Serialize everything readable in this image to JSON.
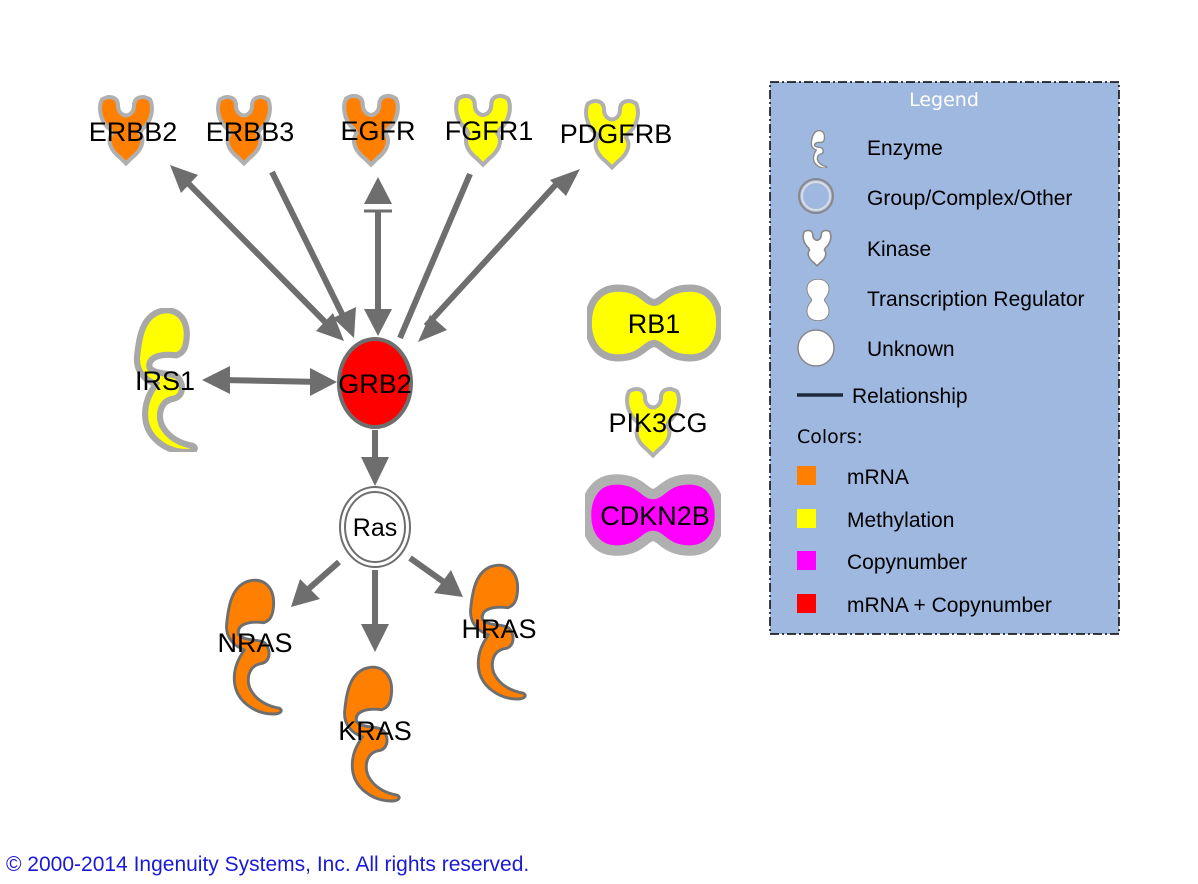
{
  "colors": {
    "mrna": "#ff8000",
    "methylation": "#ffff00",
    "copynumber": "#ff00ff",
    "mrna_copynumber": "#ff0000",
    "edge": "#6e6e6e",
    "legend_bg": "#9fb8df"
  },
  "nodes": [
    {
      "id": "ERBB2",
      "label": "ERBB2",
      "type": "kinase",
      "color_key": "mrna"
    },
    {
      "id": "ERBB3",
      "label": "ERBB3",
      "type": "kinase",
      "color_key": "mrna"
    },
    {
      "id": "EGFR",
      "label": "EGFR",
      "type": "kinase",
      "color_key": "mrna"
    },
    {
      "id": "FGFR1",
      "label": "FGFR1",
      "type": "kinase",
      "color_key": "methylation"
    },
    {
      "id": "PDGFRB",
      "label": "PDGFRB",
      "type": "kinase",
      "color_key": "methylation"
    },
    {
      "id": "IRS1",
      "label": "IRS1",
      "type": "enzyme",
      "color_key": "methylation"
    },
    {
      "id": "GRB2",
      "label": "GRB2",
      "type": "unknown",
      "color_key": "mrna_copynumber"
    },
    {
      "id": "Ras",
      "label": "Ras",
      "type": "group",
      "color_key": "none"
    },
    {
      "id": "NRAS",
      "label": "NRAS",
      "type": "enzyme",
      "color_key": "mrna"
    },
    {
      "id": "KRAS",
      "label": "KRAS",
      "type": "enzyme",
      "color_key": "mrna"
    },
    {
      "id": "HRAS",
      "label": "HRAS",
      "type": "enzyme",
      "color_key": "mrna"
    },
    {
      "id": "RB1",
      "label": "RB1",
      "type": "transcription-regulator",
      "color_key": "methylation"
    },
    {
      "id": "PIK3CG",
      "label": "PIK3CG",
      "type": "kinase",
      "color_key": "methylation"
    },
    {
      "id": "CDKN2B",
      "label": "CDKN2B",
      "type": "transcription-regulator",
      "color_key": "copynumber"
    }
  ],
  "edges": [
    {
      "from": "GRB2",
      "to": "ERBB2",
      "style": "double-arrow"
    },
    {
      "from": "ERBB3",
      "to": "GRB2",
      "style": "arrow"
    },
    {
      "from": "GRB2",
      "to": "EGFR",
      "style": "double-arrow-inhibit"
    },
    {
      "from": "FGFR1",
      "to": "GRB2",
      "style": "line"
    },
    {
      "from": "GRB2",
      "to": "PDGFRB",
      "style": "double-arrow"
    },
    {
      "from": "IRS1",
      "to": "GRB2",
      "style": "double-arrow"
    },
    {
      "from": "GRB2",
      "to": "Ras",
      "style": "arrow"
    },
    {
      "from": "Ras",
      "to": "NRAS",
      "style": "arrow"
    },
    {
      "from": "Ras",
      "to": "KRAS",
      "style": "arrow"
    },
    {
      "from": "Ras",
      "to": "HRAS",
      "style": "arrow"
    }
  ],
  "legend": {
    "title": "Legend",
    "shapes": [
      {
        "icon": "enzyme-icon",
        "label": "Enzyme"
      },
      {
        "icon": "group-complex-icon",
        "label": "Group/Complex/Other"
      },
      {
        "icon": "kinase-icon",
        "label": "Kinase"
      },
      {
        "icon": "transcription-regulator-icon",
        "label": "Transcription Regulator"
      },
      {
        "icon": "unknown-icon",
        "label": "Unknown"
      },
      {
        "icon": "relationship-line-icon",
        "label": "Relationship"
      }
    ],
    "colors_heading": "Colors:",
    "colors": [
      {
        "label": "mRNA",
        "color": "#ff8000"
      },
      {
        "label": "Methylation",
        "color": "#ffff00"
      },
      {
        "label": "Copynumber",
        "color": "#ff00ff"
      },
      {
        "label": "mRNA + Copynumber",
        "color": "#ff0000"
      }
    ]
  },
  "footer": {
    "copyright": "© 2000-2014 Ingenuity Systems, Inc. All rights reserved."
  }
}
